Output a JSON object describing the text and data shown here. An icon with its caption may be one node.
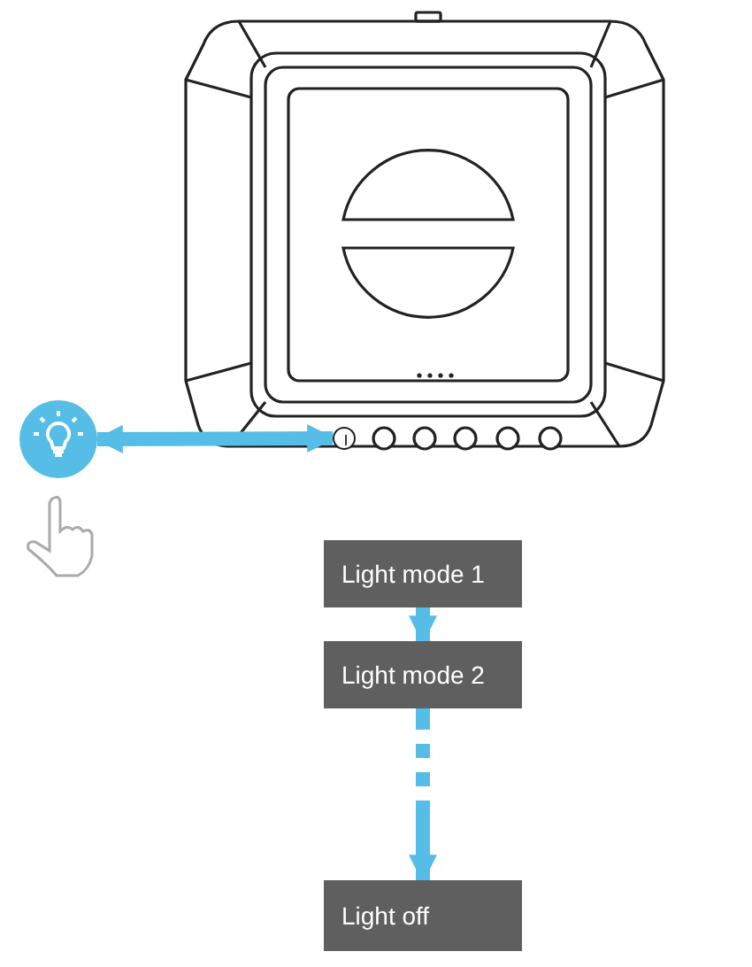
{
  "diagram": {
    "nodes": [
      {
        "text": [],
        "shape": "circle"
      },
      {
        "text": [],
        "shape": "circle"
      },
      {
        "text": [
          "Light mode 1"
        ]
      },
      {
        "text": [
          "Light mode 2"
        ]
      },
      {
        "text": [
          "Light off"
        ]
      }
    ],
    "edges": [
      {
        "from": 0,
        "to": 1,
        "arrow": "both"
      },
      {
        "from": 2,
        "to": 3,
        "arrow": "to"
      },
      {
        "from": 3,
        "to": 4,
        "arrow": "to",
        "style": "dashed"
      }
    ]
  }
}
